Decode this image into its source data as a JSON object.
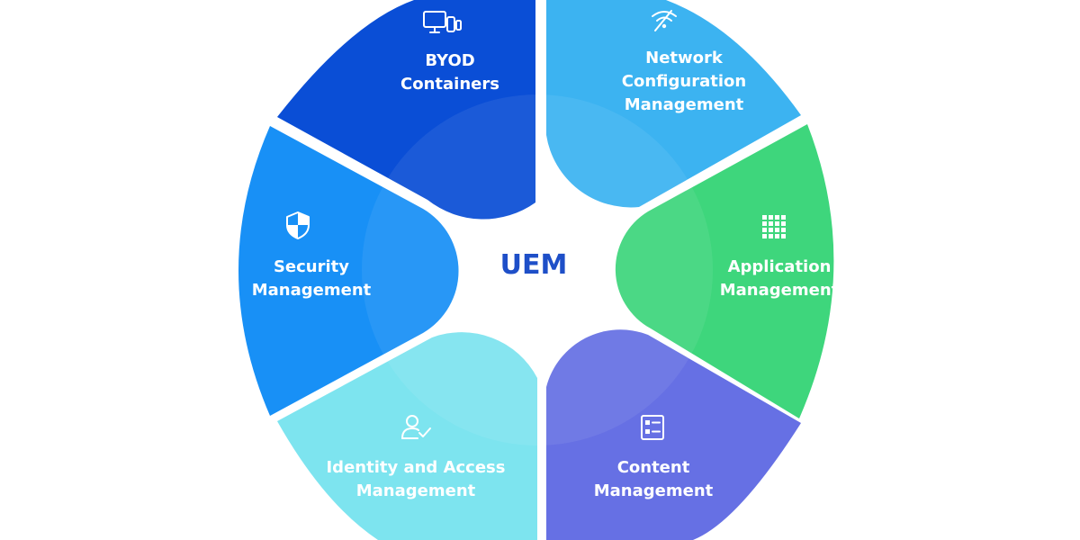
{
  "diagram": {
    "center": {
      "label": "UEM",
      "color": "#1e4fc8"
    },
    "segments": [
      {
        "id": "byod",
        "lines": [
          "BYOD",
          "Containers"
        ],
        "icon": "devices-icon",
        "color": "#0a4ed6"
      },
      {
        "id": "network",
        "lines": [
          "Network",
          "Configuration",
          "Management"
        ],
        "icon": "wifi-icon",
        "color": "#3cb3f1"
      },
      {
        "id": "application",
        "lines": [
          "Application",
          "Management"
        ],
        "icon": "apps-grid-icon",
        "color": "#3ed67c"
      },
      {
        "id": "content",
        "lines": [
          "Content",
          "Management"
        ],
        "icon": "content-list-icon",
        "color": "#6670e4"
      },
      {
        "id": "identity",
        "lines": [
          "Identity and Access",
          "Management"
        ],
        "icon": "user-check-icon",
        "color": "#7de4ef"
      },
      {
        "id": "security",
        "lines": [
          "Security",
          "Management"
        ],
        "icon": "shield-icon",
        "color": "#1890f6"
      }
    ]
  }
}
